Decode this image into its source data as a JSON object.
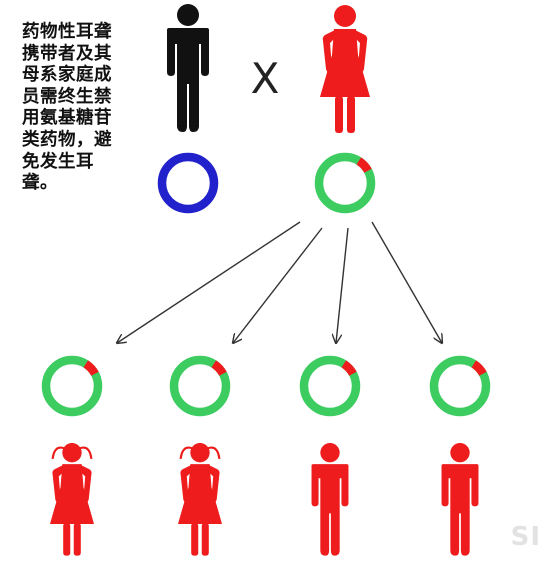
{
  "caption": "药物性耳聋携带者及其母系家庭成员需终生禁用氨基糖苷类药物，避免发生耳聋。",
  "operator": "X",
  "watermark": "SI",
  "colors": {
    "father": "#111111",
    "female": "#ee1c1c",
    "normal_ring": "#2222cc",
    "carrier_ring_main": "#3ccc60",
    "carrier_ring_marker": "#ee1c1c",
    "arrow": "#333333"
  },
  "parents": [
    {
      "id": "father",
      "figure": "male-figure-icon",
      "ring": "normal"
    },
    {
      "id": "mother",
      "figure": "female-figure-icon",
      "ring": "carrier"
    }
  ],
  "children": [
    {
      "figure": "female-figure-icon",
      "ring": "carrier"
    },
    {
      "figure": "female-figure-icon",
      "ring": "carrier"
    },
    {
      "figure": "male-figure-icon",
      "ring": "carrier"
    },
    {
      "figure": "male-figure-icon",
      "ring": "carrier"
    }
  ]
}
